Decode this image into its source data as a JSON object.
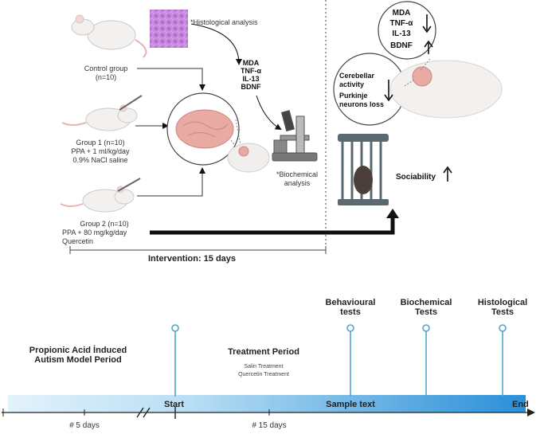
{
  "groups": {
    "control": {
      "name": "Control group",
      "n": "(n=10)"
    },
    "group1": {
      "name": "Group 1 (n=10)",
      "treatment": "PPA + 1 ml/kg/day",
      "vehicle": "0.9% NaCl saline"
    },
    "group2": {
      "name": "Group 2 (n=10)",
      "treatment": "PPA + 80 mg/kg/day",
      "compound": "Quercetin"
    }
  },
  "histological_label": "*Histological analysis",
  "biochemical_label": {
    "line1": "*Biochemical",
    "line2": "analysis"
  },
  "markers_brain": [
    "MDA",
    "TNF-α",
    "IL-13",
    "BDNF"
  ],
  "markers_result": [
    "MDA",
    "TNF-α",
    "IL-13",
    "BDNF"
  ],
  "cerebellar": {
    "line1": "Cerebellar",
    "line2": "activity",
    "line3": "Purkinje",
    "line4": "neurons loss"
  },
  "sociability": "Sociability",
  "intervention": "Intervention: 15 days",
  "timeline": {
    "period1": {
      "line1": "Propionic Acid İnduced",
      "line2": "Autism Model Period"
    },
    "period2": "Treatment Period",
    "treatments": [
      "Salin Treatment",
      "Quercetin Treatment"
    ],
    "milestones": [
      {
        "line1": "Behavioural",
        "line2": "tests"
      },
      {
        "line1": "Biochemical",
        "line2": "Tests"
      },
      {
        "line1": "Histological",
        "line2": "Tests"
      }
    ],
    "start": "Start",
    "middle": "Sample text",
    "end": "End",
    "duration1": "# 5 days",
    "duration2": "# 15 days"
  },
  "colors": {
    "bar_start": "#d6ecf9",
    "bar_end": "#2f94dd",
    "pin": "#4ea7cf",
    "arrow": "#111111"
  }
}
